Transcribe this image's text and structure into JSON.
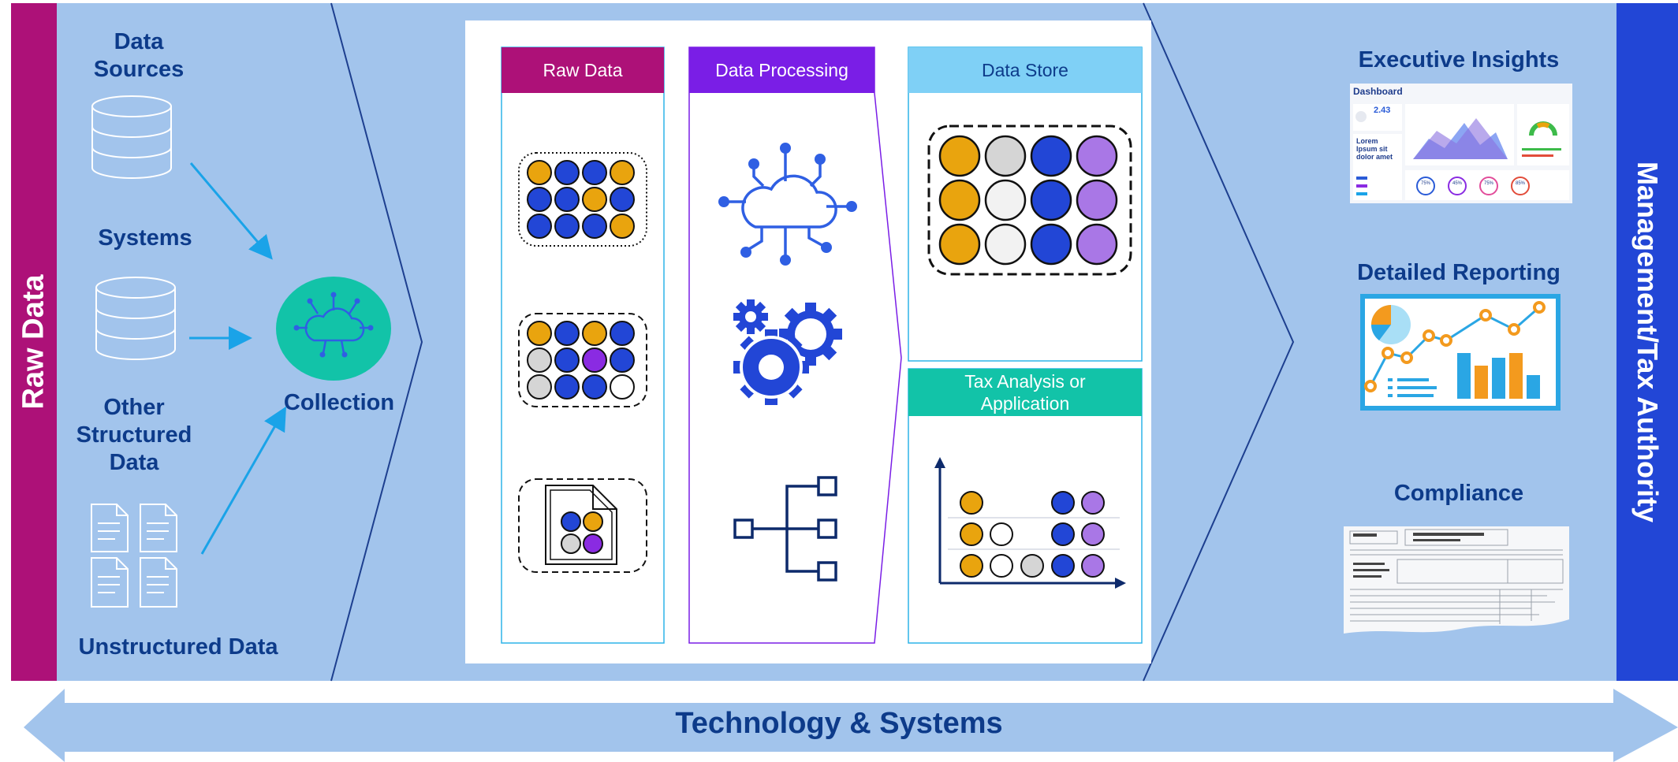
{
  "left_bar": {
    "label": "Raw Data"
  },
  "right_bar": {
    "label": "Management/Tax Authority"
  },
  "sources": {
    "data_sources": "Data Sources",
    "systems": "Systems",
    "other_structured": "Other Structured Data",
    "unstructured": "Unstructured Data",
    "collection": "Collection"
  },
  "columns": {
    "raw_data": "Raw Data",
    "data_processing": "Data Processing",
    "data_store": "Data Store",
    "tax_analysis": "Tax Analysis or Application"
  },
  "outputs": {
    "executive_insights": "Executive Insights",
    "detailed_reporting": "Detailed Reporting",
    "compliance": "Compliance",
    "dashboard_title": "Dashboard",
    "dashboard_value": "2.43",
    "dashboard_lorem": "Lorem Ipsum sit dolor amet",
    "dashboard_pcts": [
      "75%",
      "45%",
      "75%",
      "85%"
    ]
  },
  "technology": {
    "label": "Technology & Systems"
  },
  "colors": {
    "magenta": "#ad1178",
    "royal_blue": "#2246d6",
    "light_blue_bg": "#a2c4ec",
    "navy_text": "#0d3b8a",
    "purple_header": "#7a1ee6",
    "sky_header": "#7fd0f6",
    "teal_header": "#12c3a8",
    "gold": "#e9a40e",
    "violet": "#a977e6"
  },
  "icons": [
    "database-icon",
    "document-icon",
    "cloud-network-icon",
    "gears-icon",
    "hierarchy-icon",
    "scatter-axes-icon",
    "line-bar-chart-icon",
    "tax-form-icon"
  ]
}
